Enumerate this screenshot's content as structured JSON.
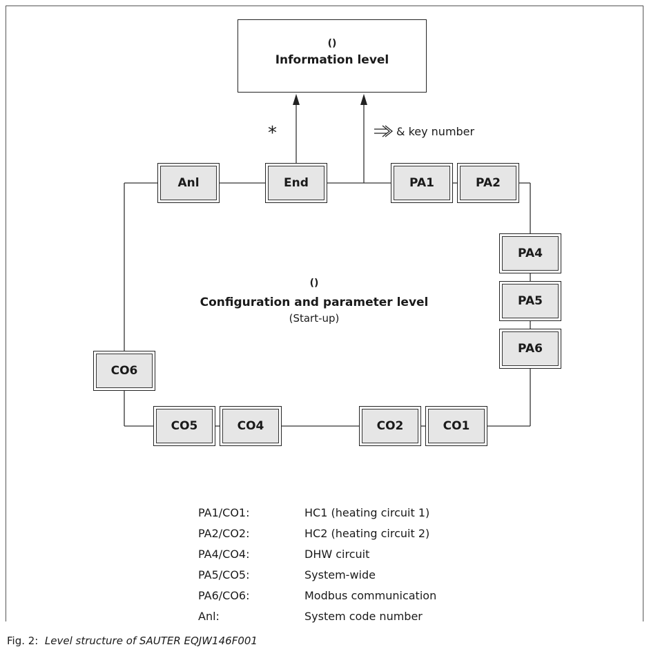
{
  "info_level": {
    "symbol": "()",
    "title": "Information level"
  },
  "config_level": {
    "symbol": "()",
    "title": "Configuration and parameter level",
    "subtitle": "(Start-up)"
  },
  "annotations": {
    "star": "*",
    "key_number": "& key number"
  },
  "nodes": {
    "anl": "Anl",
    "end": "End",
    "pa1": "PA1",
    "pa2": "PA2",
    "pa4": "PA4",
    "pa5": "PA5",
    "pa6": "PA6",
    "co6": "CO6",
    "co5": "CO5",
    "co4": "CO4",
    "co2": "CO2",
    "co1": "CO1"
  },
  "legend": [
    {
      "key": "PA1/CO1:",
      "value": "HC1 (heating circuit 1)"
    },
    {
      "key": "PA2/CO2:",
      "value": "HC2 (heating circuit 2)"
    },
    {
      "key": "PA4/CO4:",
      "value": "DHW circuit"
    },
    {
      "key": "PA5/CO5:",
      "value": "System-wide"
    },
    {
      "key": "PA6/CO6:",
      "value": "Modbus communication"
    },
    {
      "key": "Anl:",
      "value": "System code number"
    }
  ],
  "caption": {
    "label": "Fig. 2:",
    "text": "Level structure of SAUTER EQJW146F001"
  }
}
